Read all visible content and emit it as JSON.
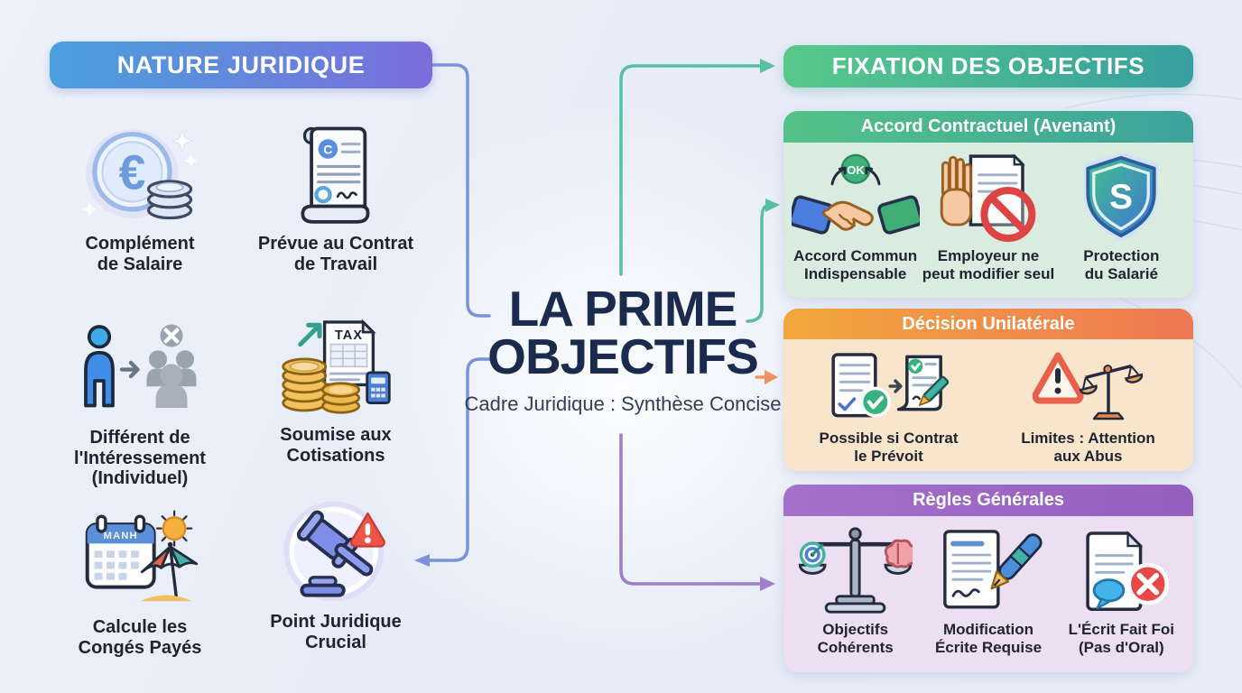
{
  "center": {
    "title_line1": "LA PRIME",
    "title_line2": "OBJECTIFS",
    "subtitle": "Cadre Juridique : Synthèse Concise"
  },
  "left_section": {
    "header": "NATURE JURIDIQUE",
    "items": [
      {
        "icon": "euro-coins-icon",
        "label": "Complément\nde Salaire"
      },
      {
        "icon": "contract-scroll-icon",
        "label": "Prévue au Contrat\nde Travail"
      },
      {
        "icon": "individual-vs-group-icon",
        "label": "Différent de\nl'Intéressement\n(Individuel)"
      },
      {
        "icon": "tax-coins-icon",
        "label": "Soumise aux\nCotisations"
      },
      {
        "icon": "calendar-vacation-icon",
        "label": "Calcule les\nCongés Payés"
      },
      {
        "icon": "gavel-warning-icon",
        "label": "Point Juridique\nCrucial"
      }
    ]
  },
  "right_section": {
    "header": "FIXATION DES OBJECTIFS",
    "panels": [
      {
        "title": "Accord Contractuel (Avenant)",
        "items": [
          {
            "icon": "handshake-ok-icon",
            "label": "Accord Commun\nIndispensable"
          },
          {
            "icon": "stop-modification-icon",
            "label": "Employeur ne\npeut modifier seul"
          },
          {
            "icon": "shield-s-icon",
            "label": "Protection\ndu Salarié"
          }
        ]
      },
      {
        "title": "Décision Unilatérale",
        "items": [
          {
            "icon": "contract-check-icon",
            "label": "Possible si Contrat\nle Prévoit"
          },
          {
            "icon": "warning-scales-icon",
            "label": "Limites : Attention\naux Abus"
          }
        ]
      },
      {
        "title": "Règles Générales",
        "items": [
          {
            "icon": "balance-target-brain-icon",
            "label": "Objectifs\nCohérents"
          },
          {
            "icon": "pen-document-icon",
            "label": "Modification\nÉcrite Requise"
          },
          {
            "icon": "written-proof-icon",
            "label": "L'Écrit Fait Foi\n(Pas d'Oral)"
          }
        ]
      }
    ]
  },
  "icon_texts": {
    "ok_badge": "OK",
    "shield_letter": "S",
    "tax_label": "TAX",
    "calendar_header": "MANH",
    "contract_badge": "C"
  },
  "colors": {
    "left_header_gradient": [
      "#4aa0dc",
      "#7a6edd"
    ],
    "right_header_gradient": [
      "#58c98a",
      "#379f9f"
    ],
    "panel_accord_header": [
      "#55c287",
      "#3da29c"
    ],
    "panel_accord_body": "#d9ecdf",
    "panel_decision_header": [
      "#f2a73d",
      "#ee7853"
    ],
    "panel_decision_body": "#f9e4cc",
    "panel_regles_header": [
      "#a470ca",
      "#965fc0"
    ],
    "panel_regles_body": "#ecdff2",
    "connector_blue": "#7b93d8",
    "connector_green": "#58bfa2",
    "connector_orange": "#f0935c",
    "connector_purple": "#9d7ecb",
    "title_color": "#1a2b4d",
    "background": "#e9edf8"
  }
}
